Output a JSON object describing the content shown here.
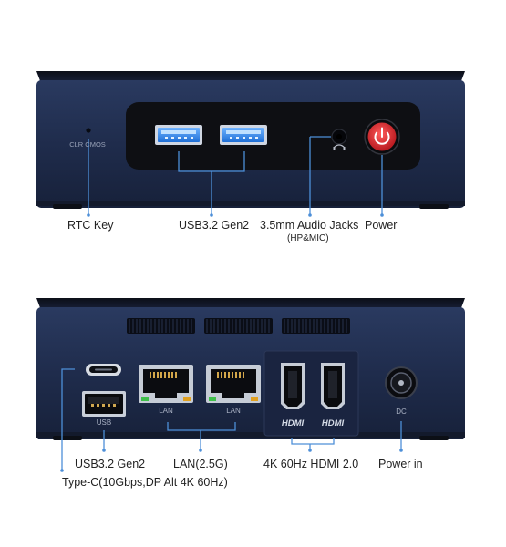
{
  "front": {
    "clr_cmos_label": "CLR CMOS",
    "labels": {
      "rtc_key": "RTC Key",
      "usb": "USB3.2 Gen2",
      "audio": "3.5mm Audio Jacks",
      "audio_sub": "(HP&MIC)",
      "power": "Power"
    }
  },
  "rear": {
    "port_text": {
      "usb": "USB",
      "lan1": "LAN",
      "lan2": "LAN",
      "hdmi1": "HDMI",
      "hdmi2": "HDMI",
      "dc": "DC"
    },
    "labels": {
      "usb": "USB3.2 Gen2",
      "lan": "LAN(2.5G)",
      "hdmi": "4K 60Hz HDMI 2.0",
      "power_in": "Power in",
      "typec": "Type-C(10Gbps,DP Alt 4K 60Hz)"
    }
  },
  "colors": {
    "chassis": "#1e2a47",
    "panel": "#0e0f13",
    "usb_blue": "#2f7fe0",
    "power_red": "#d8262c",
    "callout_line": "#4d8fd8"
  }
}
